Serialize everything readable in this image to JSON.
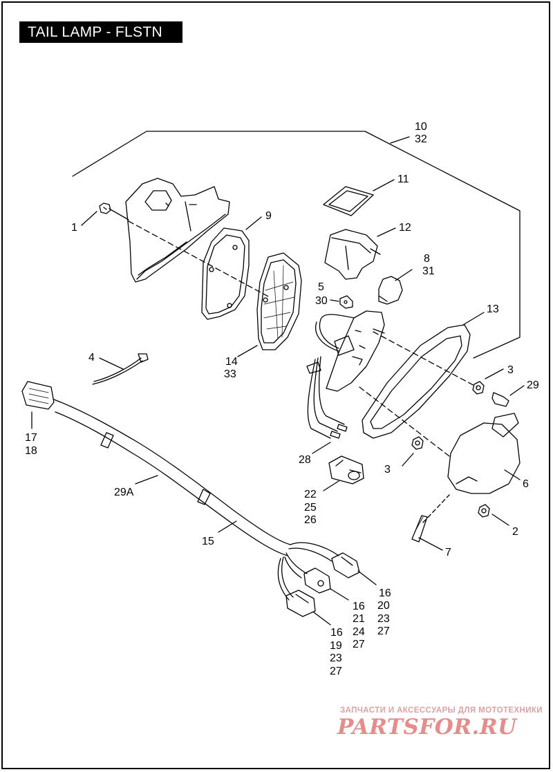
{
  "title": "TAIL LAMP - FLSTN",
  "callouts": [
    {
      "id": "c-10-32",
      "lines": [
        "10",
        "32"
      ]
    },
    {
      "id": "c-11",
      "lines": [
        "11"
      ]
    },
    {
      "id": "c-12",
      "lines": [
        "12"
      ]
    },
    {
      "id": "c-1",
      "lines": [
        "1"
      ]
    },
    {
      "id": "c-9",
      "lines": [
        "9"
      ]
    },
    {
      "id": "c-8-31",
      "lines": [
        "8",
        "31"
      ]
    },
    {
      "id": "c-5-30",
      "lines": [
        "5",
        "30"
      ]
    },
    {
      "id": "c-13",
      "lines": [
        "13"
      ]
    },
    {
      "id": "c-4",
      "lines": [
        "4"
      ]
    },
    {
      "id": "c-14-33",
      "lines": [
        "14",
        "33"
      ]
    },
    {
      "id": "c-3a",
      "lines": [
        "3"
      ]
    },
    {
      "id": "c-29",
      "lines": [
        "29"
      ]
    },
    {
      "id": "c-17-18",
      "lines": [
        "17",
        "18"
      ]
    },
    {
      "id": "c-28",
      "lines": [
        "28"
      ]
    },
    {
      "id": "c-3b",
      "lines": [
        "3"
      ]
    },
    {
      "id": "c-6",
      "lines": [
        "6"
      ]
    },
    {
      "id": "c-29a",
      "lines": [
        "29A"
      ]
    },
    {
      "id": "c-22-25-26",
      "lines": [
        "22",
        "25",
        "26"
      ]
    },
    {
      "id": "c-2",
      "lines": [
        "2"
      ]
    },
    {
      "id": "c-15",
      "lines": [
        "15"
      ]
    },
    {
      "id": "c-7",
      "lines": [
        "7"
      ]
    },
    {
      "id": "c-16-20-23-27",
      "lines": [
        "16",
        "20",
        "23",
        "27"
      ]
    },
    {
      "id": "c-16-21-24-27",
      "lines": [
        "16",
        "21",
        "24",
        "27"
      ]
    },
    {
      "id": "c-16-19-23-27",
      "lines": [
        "16",
        "19",
        "23",
        "27"
      ]
    }
  ],
  "watermark": {
    "tagline": "ЗАПЧАСТИ И АКСЕССУАРЫ ДЛЯ МОТОТЕХНИКИ",
    "logo": "PartsFor.ru"
  }
}
